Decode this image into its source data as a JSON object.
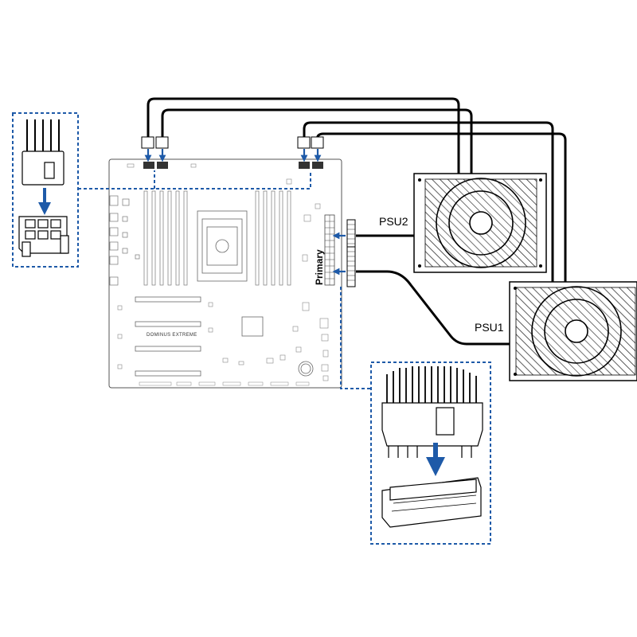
{
  "labels": {
    "psu1": "PSU1",
    "psu2": "PSU2",
    "primary": "Primary",
    "board_name": "DOMINUS EXTREME"
  },
  "colors": {
    "callout_border": "#1e5aa8",
    "arrow": "#1e5aa8",
    "cable": "#000000",
    "outline": "#555555"
  },
  "icons": {
    "psu": "psu-fan-icon",
    "arrow": "arrow-down-icon",
    "connector_8pin": "eps-8pin-connector-icon",
    "connector_24pin": "atx-24pin-connector-icon"
  }
}
